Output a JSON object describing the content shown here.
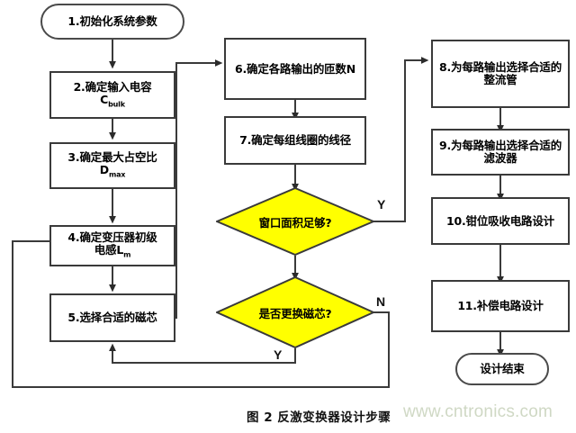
{
  "figure": {
    "caption": "图 2 反激变换器设计步骤",
    "watermark": "www.cntronics.com",
    "colors": {
      "decision_fill": "#ffff00",
      "stroke": "#3a3a3a",
      "node_fill": "#ffffff",
      "watermark": "#cfd8c4",
      "background": "#ffffff"
    }
  },
  "nodes": {
    "start": {
      "label": "1.初始化系统参数",
      "shape": "terminator"
    },
    "step2": {
      "label": "2.确定输入电容",
      "sub_main": "C",
      "sub_script": "bulk",
      "shape": "process"
    },
    "step3": {
      "label": "3.确定最大占空比",
      "sub_main": "D",
      "sub_script": "max",
      "shape": "process"
    },
    "step4": {
      "label": "4.确定变压器初级",
      "line2_main": "电感L",
      "line2_script": "m",
      "shape": "process"
    },
    "step5": {
      "label": "5.选择合适的磁芯",
      "shape": "process"
    },
    "step6": {
      "label": "6.确定各路输出的匝数N",
      "shape": "process"
    },
    "step7": {
      "label": "7.确定每组线圈的线径",
      "shape": "process"
    },
    "decision1": {
      "label": "窗口面积足够?",
      "shape": "decision"
    },
    "decision2": {
      "label": "是否更换磁芯?",
      "shape": "decision"
    },
    "step8": {
      "label": "8.为每路输出选择合适的整流管",
      "shape": "process"
    },
    "step9": {
      "label": "9.为每路输出选择合适的滤波器",
      "shape": "process"
    },
    "step10": {
      "label": "10.钳位吸收电路设计",
      "shape": "process"
    },
    "step11": {
      "label": "11.补偿电路设计",
      "shape": "process"
    },
    "end": {
      "label": "设计结束",
      "shape": "terminator"
    }
  },
  "edge_labels": {
    "d1_yes": "Y",
    "d2_no": "N",
    "d2_yes": "Y"
  }
}
